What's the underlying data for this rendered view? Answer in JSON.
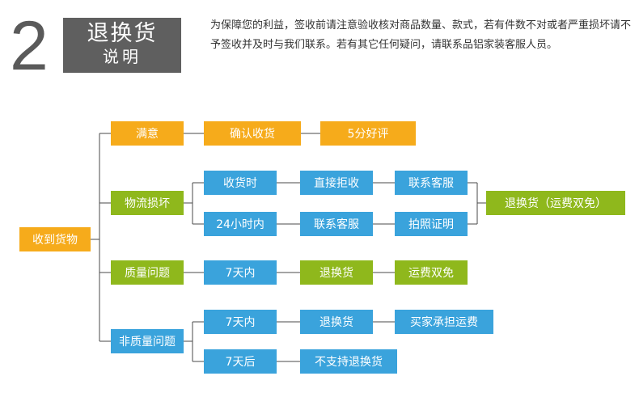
{
  "header": {
    "number": "2",
    "title_line1": "退换货",
    "title_line2": "说明",
    "description": "为保障您的利益，签收前请注意验收核对商品数量、款式，若有件数不对或者严重损坏请不予签收并及时与我们联系。若有其它任何疑问，请联系品铝家装客服人员。"
  },
  "diagram": {
    "root": "收到货物",
    "branches": {
      "satisfied": {
        "label": "满意",
        "steps": [
          "确认收货",
          "5分好评"
        ]
      },
      "logistics_damage": {
        "label": "物流损坏",
        "paths": [
          {
            "steps": [
              "收货时",
              "直接拒收",
              "联系客服"
            ]
          },
          {
            "steps": [
              "24小时内",
              "联系客服",
              "拍照证明"
            ]
          }
        ],
        "result": "退换货（运费双免）"
      },
      "quality_issue": {
        "label": "质量问题",
        "steps": [
          "7天内",
          "退换货",
          "运费双免"
        ]
      },
      "non_quality_issue": {
        "label": "非质量问题",
        "paths": [
          {
            "steps": [
              "7天内",
              "退换货",
              "买家承担运费"
            ]
          },
          {
            "steps": [
              "7天后",
              "不支持退换货"
            ]
          }
        ]
      }
    }
  },
  "colors": {
    "root": "#f6ab1b",
    "category": "#8fb81c",
    "step": "#3aa3dc",
    "satisfied": "#f6ab1b",
    "line": "#4a4a4a",
    "header_box": "#5f5f5f"
  }
}
